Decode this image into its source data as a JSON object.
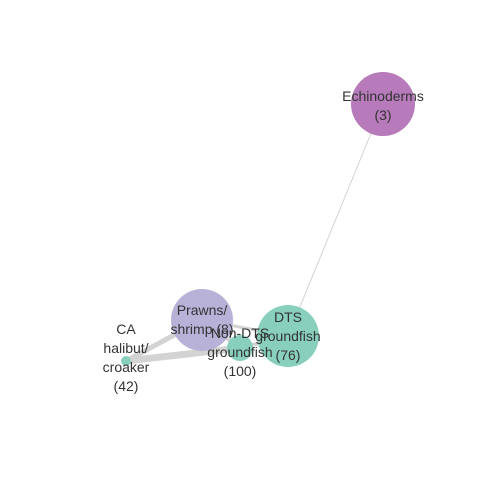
{
  "nodes": [
    {
      "id": "echinoderms",
      "label_lines": [
        "Echinoderms",
        "(3)"
      ],
      "color": "#b77bbc"
    },
    {
      "id": "prawns",
      "label_lines": [
        "Prawns/",
        "shrimp (8)"
      ],
      "color": "#b8b2d9"
    },
    {
      "id": "dts",
      "label_lines": [
        "DTS",
        "groundfish",
        "(76)"
      ],
      "color": "#88d0bd"
    },
    {
      "id": "nondts",
      "label_lines": [
        "Non-DTS",
        "groundfish",
        "(100)"
      ],
      "color": "#88d0bd"
    },
    {
      "id": "ca",
      "label_lines": [
        "CA",
        "halibut/",
        "croaker",
        "(42)"
      ],
      "color": "#88d0bd"
    }
  ],
  "edges": [
    {
      "from": "echinoderms",
      "to": "dts"
    },
    {
      "from": "ca",
      "to": "nondts"
    },
    {
      "from": "ca",
      "to": "prawns"
    },
    {
      "from": "nondts",
      "to": "prawns"
    },
    {
      "from": "nondts",
      "to": "dts"
    },
    {
      "from": "prawns",
      "to": "dts"
    }
  ],
  "colors": {
    "edge": "#d3d3d3",
    "label": "#333333"
  }
}
